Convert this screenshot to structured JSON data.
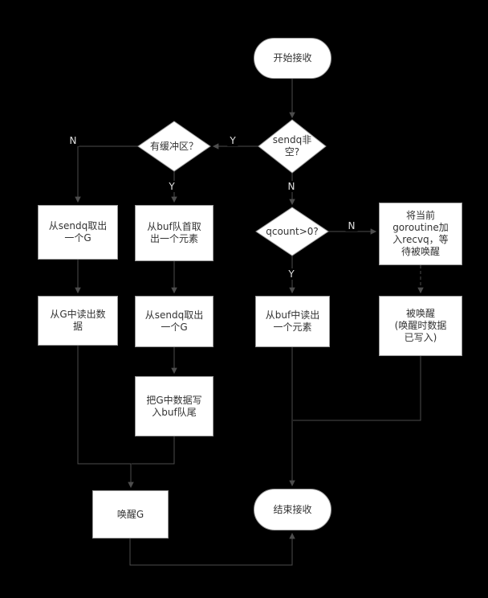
{
  "diagram": {
    "title": "channel receive flowchart",
    "colors": {
      "background": "#000000",
      "node_fill": "#ffffff",
      "node_border": "#999999",
      "node_text": "#333333",
      "edge": "#4d4d4d",
      "edge_label_text": "#e0e0e0"
    },
    "nodes": {
      "start": {
        "label": "开始接收"
      },
      "sendq_not_empty": {
        "label": "sendq非\n空?"
      },
      "has_buffer": {
        "label": "有缓冲区？"
      },
      "qcount_gt0": {
        "label": "qcount>0?"
      },
      "take_g_from_sendq_1": {
        "label": "从sendq取出\n一个G"
      },
      "take_elem_from_buf_head": {
        "label": "从buf队首取\n出一个元素"
      },
      "join_recvq": {
        "label": "将当前\ngoroutine加\n入recvq，等\n待被唤醒"
      },
      "read_data_from_g": {
        "label": "从G中读出数\n据"
      },
      "take_g_from_sendq_2": {
        "label": "从sendq取出\n一个G"
      },
      "read_elem_from_buf": {
        "label": "从buf中读出\n一个元素"
      },
      "woken": {
        "label": "被唤醒\n(唤醒时数据\n已写入)"
      },
      "write_g_data_to_buf_tail": {
        "label": "把G中数据写\n入buf队尾"
      },
      "wake_g": {
        "label": "唤醒G"
      },
      "end": {
        "label": "结束接收"
      }
    },
    "edges": [
      {
        "from": "start",
        "to": "sendq_not_empty",
        "label": ""
      },
      {
        "from": "sendq_not_empty",
        "to": "has_buffer",
        "label": "Y"
      },
      {
        "from": "sendq_not_empty",
        "to": "qcount_gt0",
        "label": "N"
      },
      {
        "from": "has_buffer",
        "to": "take_g_from_sendq_1",
        "label": "N"
      },
      {
        "from": "has_buffer",
        "to": "take_elem_from_buf_head",
        "label": "Y"
      },
      {
        "from": "qcount_gt0",
        "to": "join_recvq",
        "label": "N"
      },
      {
        "from": "qcount_gt0",
        "to": "read_elem_from_buf",
        "label": "Y"
      },
      {
        "from": "take_g_from_sendq_1",
        "to": "read_data_from_g",
        "label": ""
      },
      {
        "from": "take_elem_from_buf_head",
        "to": "take_g_from_sendq_2",
        "label": ""
      },
      {
        "from": "join_recvq",
        "to": "woken",
        "label": "",
        "style": "dashed"
      },
      {
        "from": "take_g_from_sendq_2",
        "to": "write_g_data_to_buf_tail",
        "label": ""
      },
      {
        "from": "read_data_from_g",
        "to": "wake_g",
        "label": ""
      },
      {
        "from": "write_g_data_to_buf_tail",
        "to": "wake_g",
        "label": ""
      },
      {
        "from": "read_elem_from_buf",
        "to": "end",
        "label": ""
      },
      {
        "from": "woken",
        "to": "end",
        "label": ""
      },
      {
        "from": "wake_g",
        "to": "end",
        "label": ""
      }
    ]
  }
}
